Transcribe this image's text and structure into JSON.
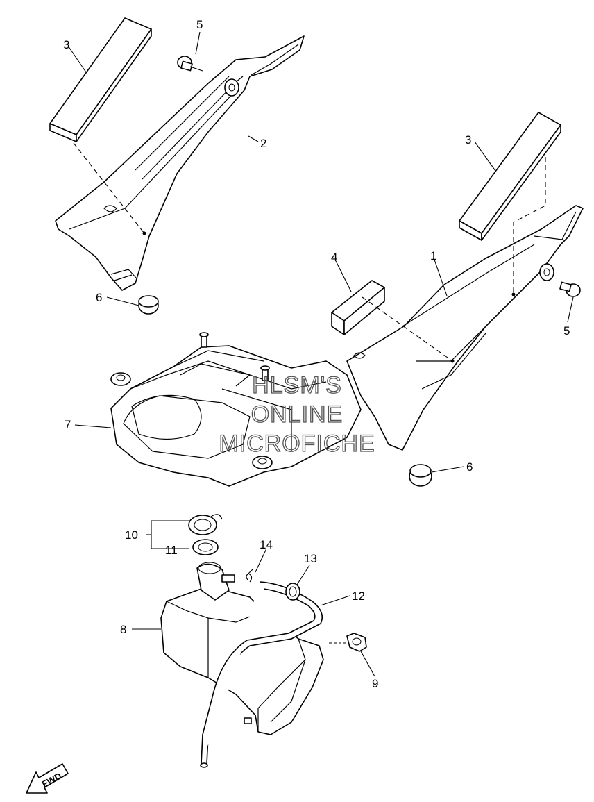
{
  "callouts": [
    {
      "id": "c-3a",
      "label": "3"
    },
    {
      "id": "c-5a",
      "label": "5"
    },
    {
      "id": "c-2",
      "label": "2"
    },
    {
      "id": "c-6a",
      "label": "6"
    },
    {
      "id": "c-3b",
      "label": "3"
    },
    {
      "id": "c-4",
      "label": "4"
    },
    {
      "id": "c-1",
      "label": "1"
    },
    {
      "id": "c-5b",
      "label": "5"
    },
    {
      "id": "c-7",
      "label": "7"
    },
    {
      "id": "c-6b",
      "label": "6"
    },
    {
      "id": "c-10",
      "label": "10"
    },
    {
      "id": "c-11",
      "label": "11"
    },
    {
      "id": "c-14",
      "label": "14"
    },
    {
      "id": "c-13",
      "label": "13"
    },
    {
      "id": "c-12",
      "label": "12"
    },
    {
      "id": "c-8",
      "label": "8"
    },
    {
      "id": "c-9",
      "label": "9"
    }
  ],
  "watermark": {
    "line1": "HLSM'S",
    "line2": "ONLINE",
    "line3": "MICROFICHE"
  },
  "fwd_badge": "FWD"
}
